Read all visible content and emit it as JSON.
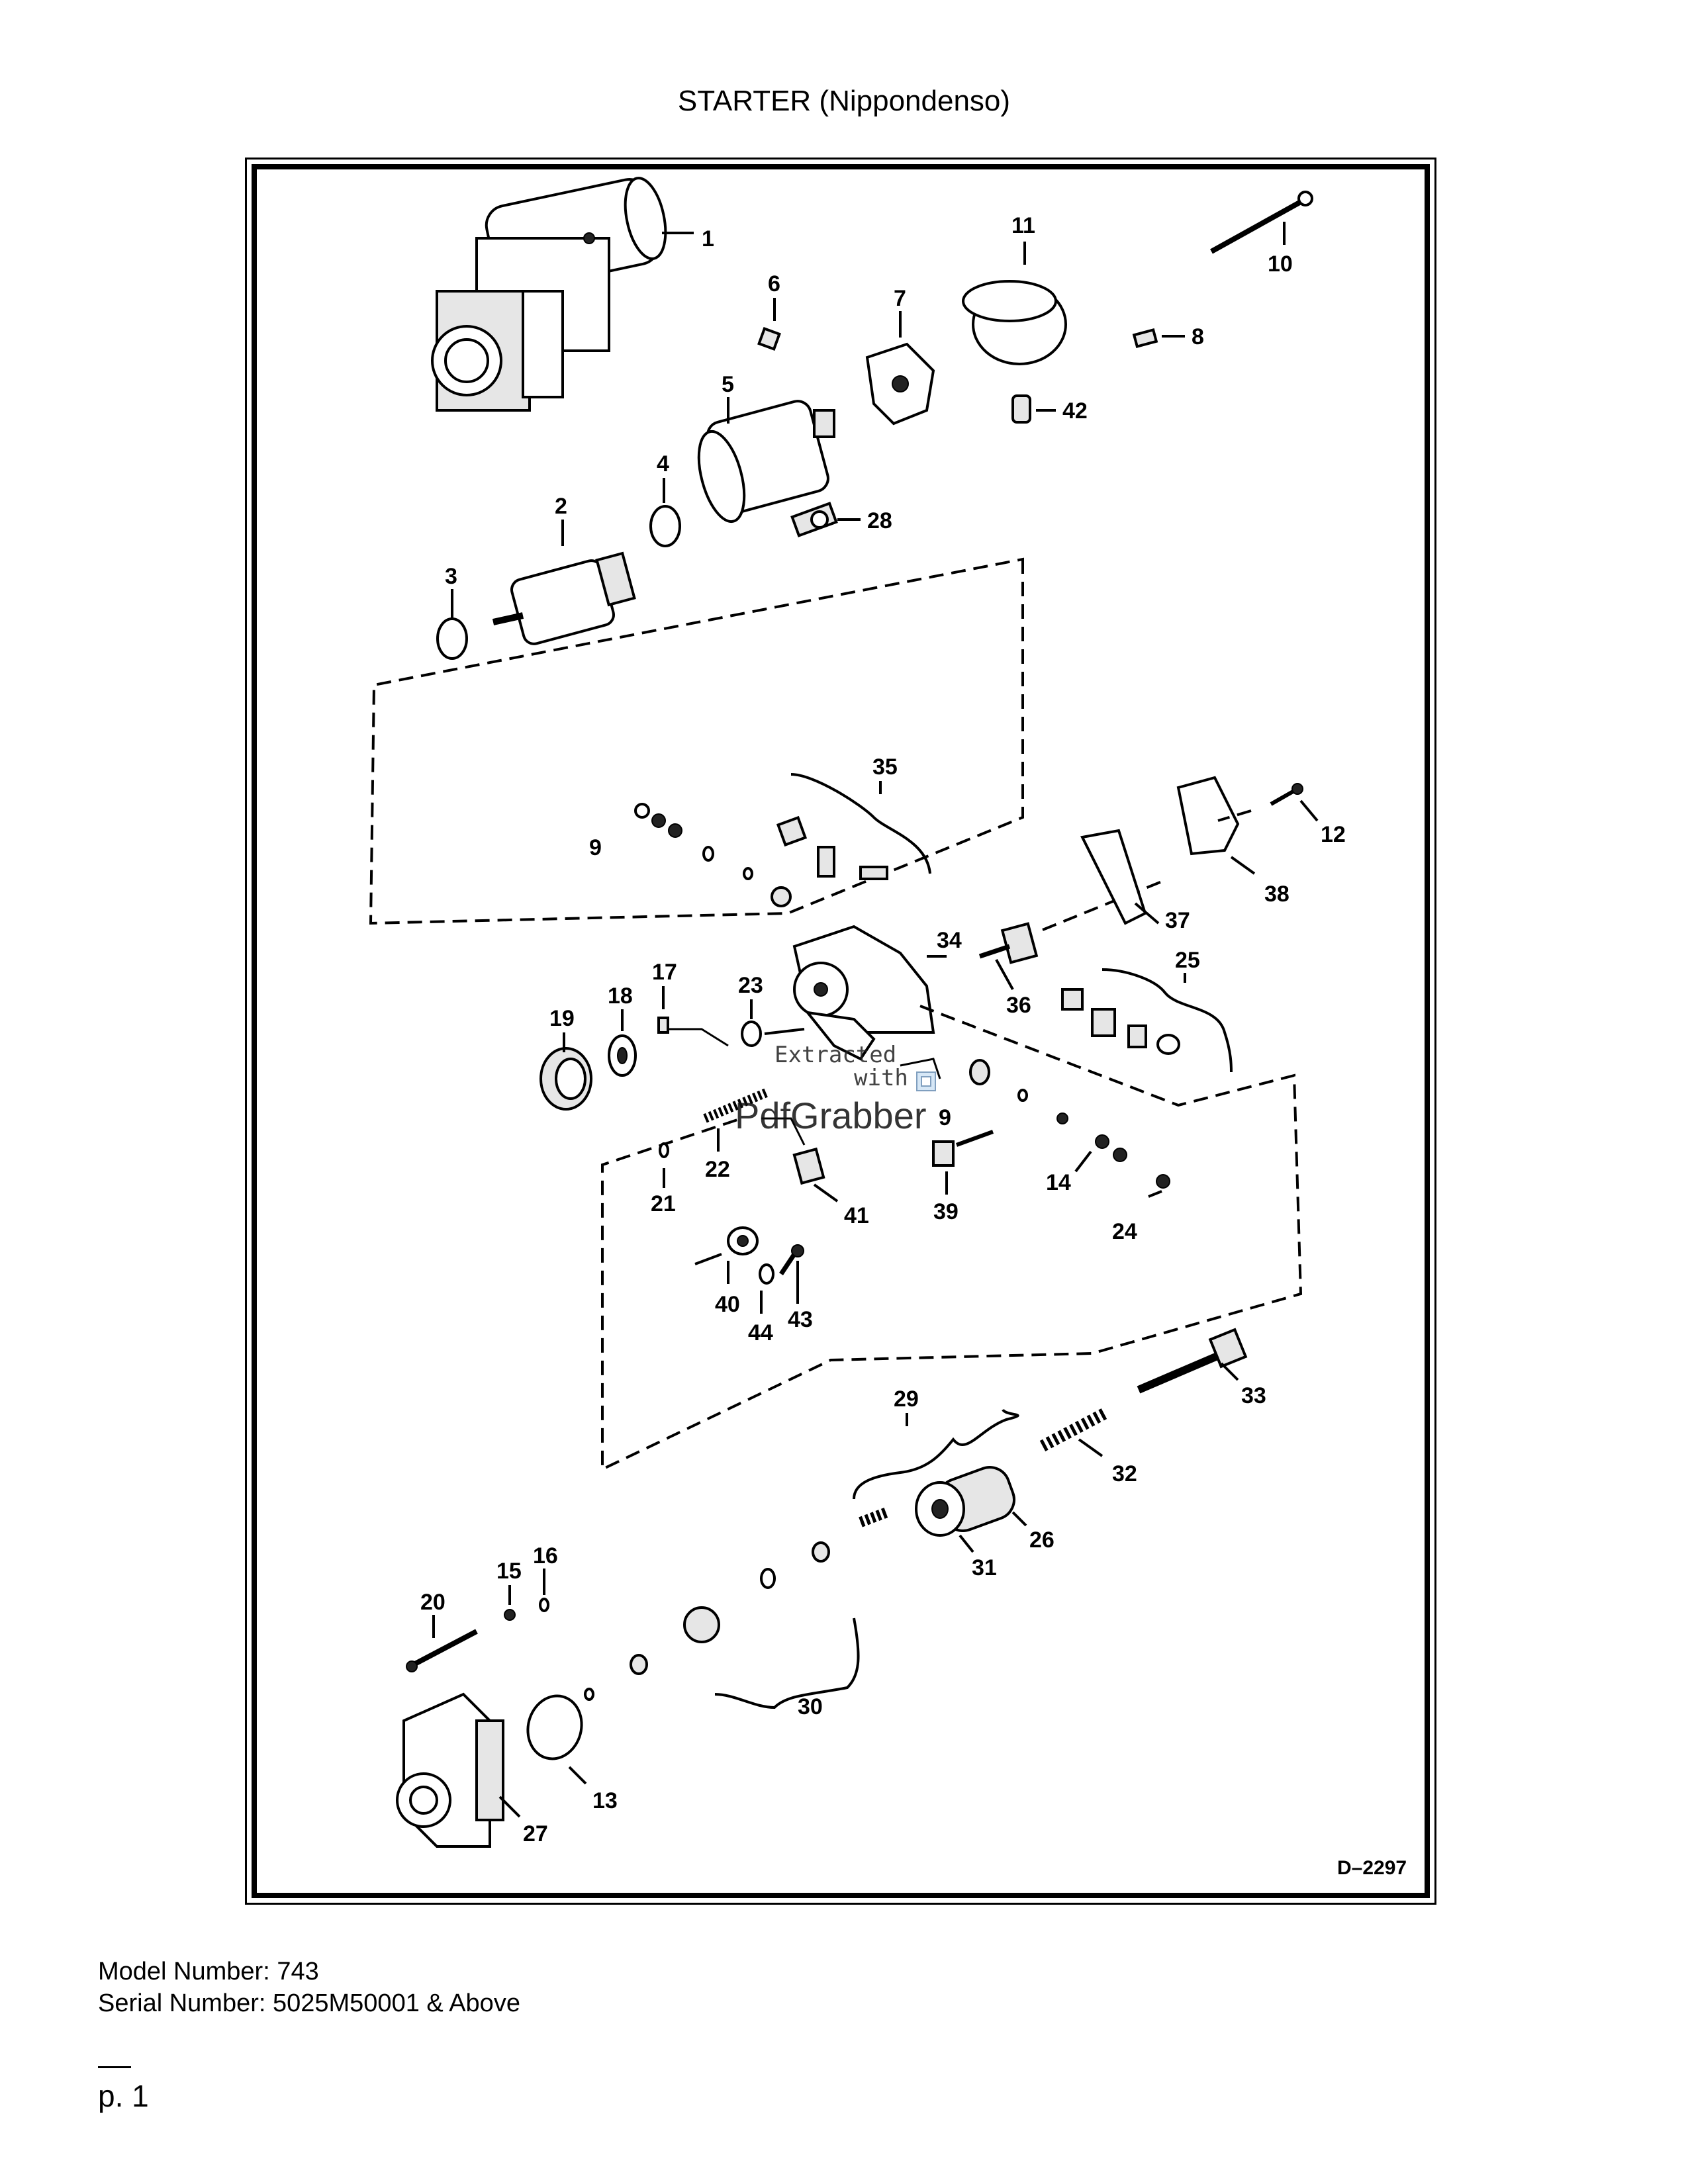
{
  "title": "STARTER (Nippondenso)",
  "drawing_code": "D–2297",
  "watermark": {
    "line1": "Extracted",
    "line2": "with",
    "brand": "PdfGrabber"
  },
  "callouts": {
    "c1": "1",
    "c2": "2",
    "c3": "3",
    "c4": "4",
    "c5": "5",
    "c6": "6",
    "c7": "7",
    "c8": "8",
    "c9a": "9",
    "c9b": "9",
    "c10": "10",
    "c11": "11",
    "c12": "12",
    "c13": "13",
    "c14": "14",
    "c15": "15",
    "c16": "16",
    "c17": "17",
    "c18": "18",
    "c19": "19",
    "c20": "20",
    "c21": "21",
    "c22": "22",
    "c23": "23",
    "c24": "24",
    "c25": "25",
    "c26": "26",
    "c27": "27",
    "c28": "28",
    "c29": "29",
    "c30": "30",
    "c31": "31",
    "c32": "32",
    "c33": "33",
    "c34": "34",
    "c35": "35",
    "c36": "36",
    "c37": "37",
    "c38": "38",
    "c39": "39",
    "c40": "40",
    "c41": "41",
    "c42": "42",
    "c43": "43",
    "c44": "44"
  },
  "model_number": "Model Number: 743",
  "serial_number": "Serial Number: 5025M50001 & Above",
  "page_number": "p. 1"
}
